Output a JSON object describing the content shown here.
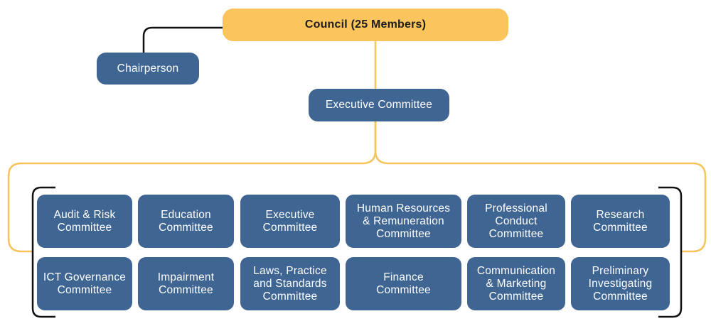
{
  "colors": {
    "node_fill": "#3f6593",
    "council_fill": "#fbc45c",
    "gold_line": "#f7c45a",
    "dark_line": "#111111",
    "node_text": "#ffffff",
    "council_text": "#1d1d1d"
  },
  "council": {
    "label": "Council (25 Members)"
  },
  "chairperson": {
    "label": "Chairperson"
  },
  "executive": {
    "label": "Executive Committee"
  },
  "committees": {
    "row1": [
      "Audit & Risk\nCommittee",
      "Education\nCommittee",
      "Executive\nCommittee",
      "Human Resources\n& Remuneration\nCommittee",
      "Professional\nConduct\nCommittee",
      "Research\nCommittee"
    ],
    "row2": [
      "ICT Governance\nCommittee",
      "Impairment\nCommittee",
      "Laws, Practice\nand Standards\nCommittee",
      "Finance\nCommittee",
      "Communication\n& Marketing\nCommittee",
      "Preliminary\nInvestigating\nCommittee"
    ]
  }
}
